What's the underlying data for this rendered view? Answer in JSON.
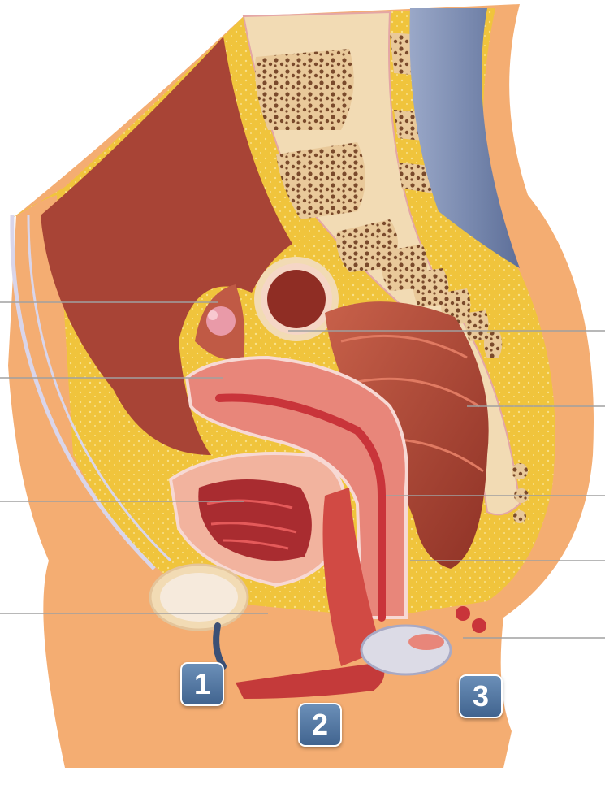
{
  "diagram": {
    "markers": [
      {
        "number": "1"
      },
      {
        "number": "2"
      },
      {
        "number": "3"
      }
    ],
    "colors": {
      "skin": "#f4ad72",
      "fat": "#f0c43c",
      "peritoneal_cavity": "#a84436",
      "bone_cortex": "#f2dbb4",
      "bone_spongy": "#7a4a2c",
      "muscle": "#b54a34",
      "uterus": "#e8867a",
      "mucosa": "#c9343a",
      "ligament_blue": "#7e8fb5",
      "badge": "#4f73a0"
    }
  }
}
